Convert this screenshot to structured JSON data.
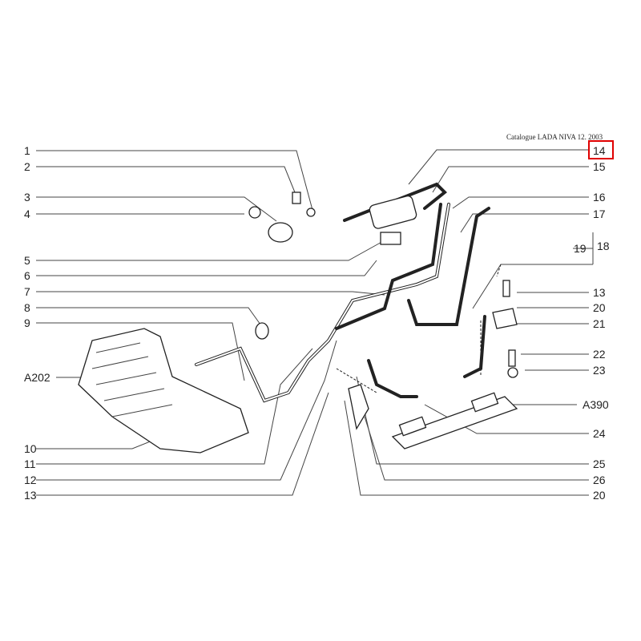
{
  "header": {
    "catalogue": "Catalogue LADA NIVA 12. 2003"
  },
  "left_callouts": [
    "1",
    "2",
    "3",
    "4",
    "5",
    "6",
    "7",
    "8",
    "9",
    "A202",
    "10",
    "11",
    "12",
    "13"
  ],
  "right_callouts": [
    "14",
    "15",
    "16",
    "17",
    "19",
    "18",
    "13",
    "20",
    "21",
    "22",
    "23",
    "A390",
    "24",
    "25",
    "26",
    "20"
  ],
  "highlight": {
    "label": "14",
    "color": "#e00000"
  }
}
